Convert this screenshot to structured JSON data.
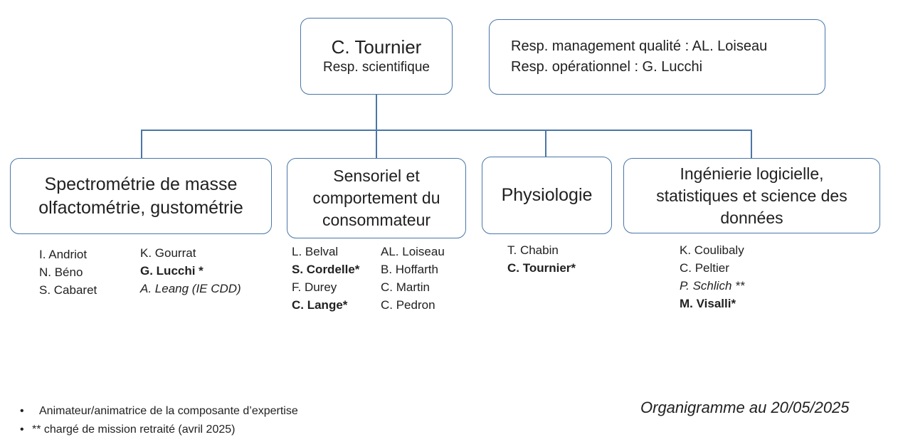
{
  "colors": {
    "line_blue": "#4a76a8",
    "text": "#212121",
    "background": "#ffffff"
  },
  "director_box": {
    "name": "C. Tournier",
    "role": "Resp. scientifique"
  },
  "management_box": {
    "lines": [
      "Resp. management qualité : AL. Loiseau",
      "Resp. opérationnel : G. Lucchi"
    ]
  },
  "departments": [
    {
      "title_lines": [
        "Spectrométrie de masse",
        "olfactométrie, gustométrie"
      ],
      "columns": [
        [
          {
            "text": "I. Andriot",
            "style": "regular"
          },
          {
            "text": "N. Béno",
            "style": "regular"
          },
          {
            "text": "S. Cabaret",
            "style": "regular"
          }
        ],
        [
          {
            "text": "K. Gourrat",
            "style": "regular"
          },
          {
            "text": "G. Lucchi *",
            "style": "bold"
          },
          {
            "text": "A. Leang (IE CDD)",
            "style": "italic"
          }
        ]
      ]
    },
    {
      "title_lines": [
        "Sensoriel et",
        "comportement du",
        "consommateur"
      ],
      "columns": [
        [
          {
            "text": "L. Belval",
            "style": "regular"
          },
          {
            "text": "S. Cordelle*",
            "style": "bold"
          },
          {
            "text": "F. Durey",
            "style": "regular"
          },
          {
            "text": "C. Lange*",
            "style": "bold"
          }
        ],
        [
          {
            "text": "AL. Loiseau",
            "style": "regular"
          },
          {
            "text": "B. Hoffarth",
            "style": "regular"
          },
          {
            "text": "C. Martin",
            "style": "regular"
          },
          {
            "text": "C. Pedron",
            "style": "regular"
          }
        ]
      ]
    },
    {
      "title_lines": [
        "Physiologie"
      ],
      "columns": [
        [
          {
            "text": "T. Chabin",
            "style": "regular"
          },
          {
            "text": "C. Tournier*",
            "style": "bold"
          }
        ]
      ]
    },
    {
      "title_lines": [
        "Ingénierie logicielle,",
        "statistiques et science des",
        "données"
      ],
      "columns": [
        [
          {
            "text": "K. Coulibaly",
            "style": "regular"
          },
          {
            "text": "C. Peltier",
            "style": "regular"
          },
          {
            "text": "P. Schlich **",
            "style": "italic"
          },
          {
            "text": "M. Visalli*",
            "style": "bold"
          }
        ]
      ]
    }
  ],
  "footnotes": [
    {
      "bullet": "•",
      "text": "Animateur/animatrice de la composante d’expertise"
    },
    {
      "bullet": "•",
      "text": "** chargé de mission retraité (avril 2025)"
    }
  ],
  "caption": "Organigramme au 20/05/2025"
}
